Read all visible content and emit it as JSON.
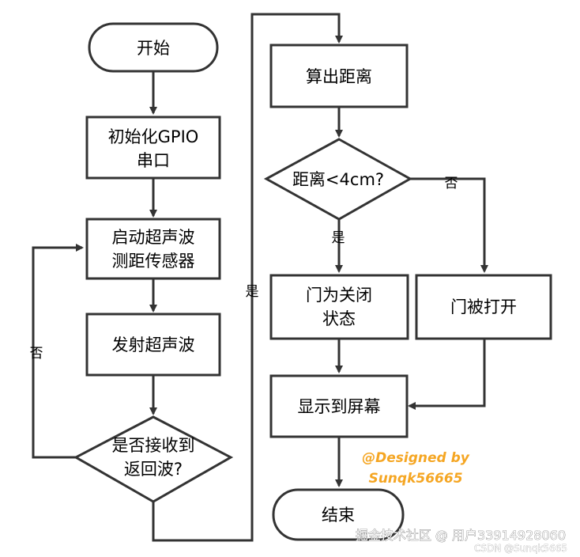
{
  "nodes": {
    "start": "开始",
    "init_line1": "初始化GPIO",
    "init_line2": "串口",
    "sensor_line1": "启动超声波",
    "sensor_line2": "测距传感器",
    "emit": "发射超声波",
    "decision_echo_line1": "是否接收到",
    "decision_echo_line2": "返回波?",
    "compute": "算出距离",
    "decision_dist": "距离<4cm?",
    "door_closed_line1": "门为关闭",
    "door_closed_line2": "状态",
    "door_open": "门被打开",
    "display": "显示到屏幕",
    "end": "结束"
  },
  "edge_labels": {
    "no_left": "否",
    "yes_middle": "是",
    "no_right": "否",
    "yes_down": "是"
  },
  "credit": {
    "line1": "@Designed by",
    "line2": "Sunqk56665"
  },
  "watermark": {
    "line1": "掘金技术社区 @ 用户33914928060",
    "line2": "CSDN @Sunqk5665"
  },
  "colors": {
    "stroke": "#333333",
    "credit": "#f5a623"
  }
}
